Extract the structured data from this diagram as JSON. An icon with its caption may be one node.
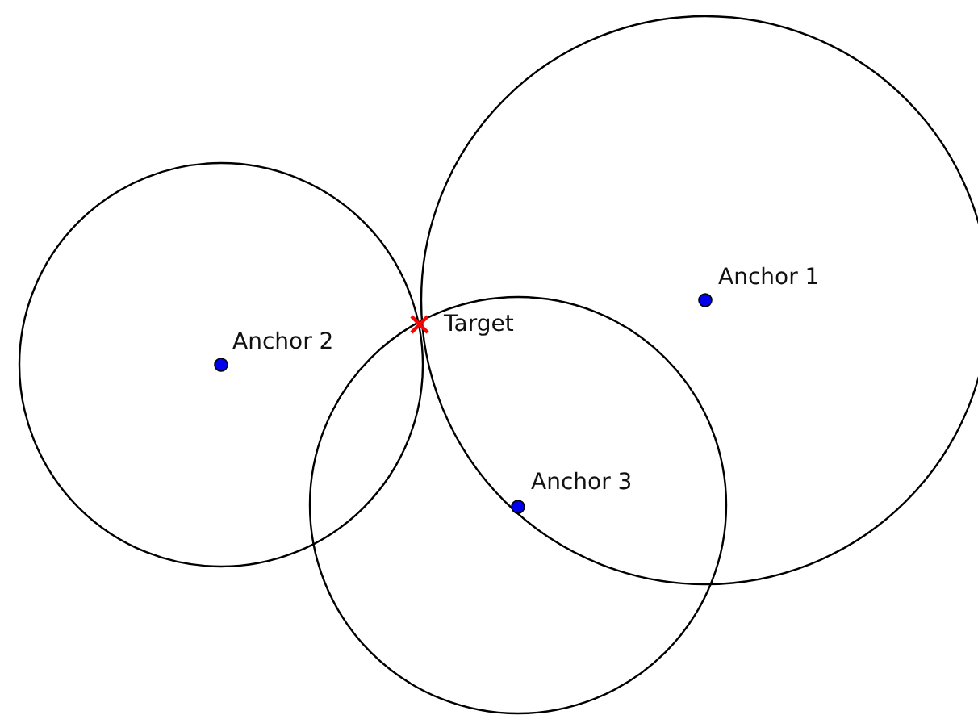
{
  "diagram": {
    "labels": [
      "Anchor 1",
      "Anchor 2",
      "Target",
      "Anchor 3"
    ]
  }
}
